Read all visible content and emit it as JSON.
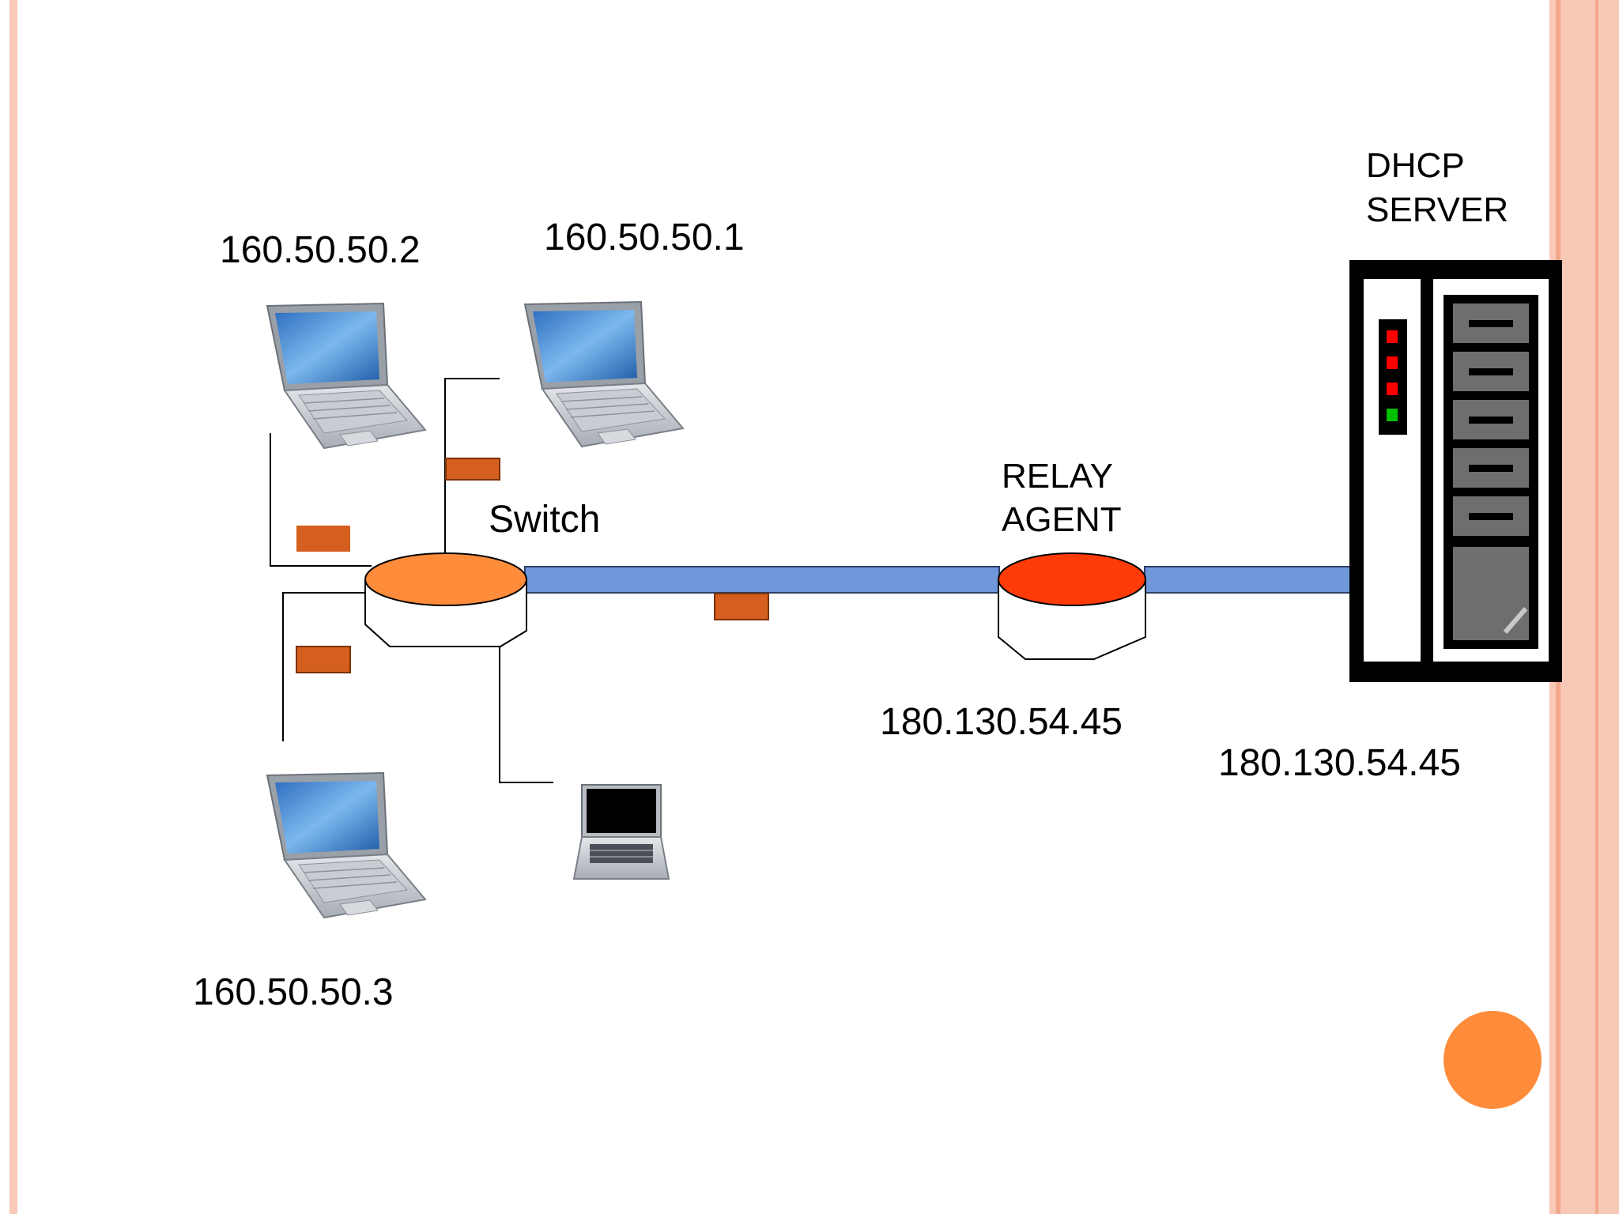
{
  "labels": {
    "pc2_ip": "160.50.50.2",
    "pc1_ip": "160.50.50.1",
    "pc3_ip": "160.50.50.3",
    "switch": "Switch",
    "relay_line1": "RELAY",
    "relay_line2": "AGENT",
    "relay_ip": "180.130.54.45",
    "server_line1": "DHCP",
    "server_line2": "SERVER",
    "server_ip": "180.130.54.45"
  },
  "colors": {
    "slide_border": "#F9C9B7",
    "slide_border_dark": "#F3A88C",
    "switch_top": "#FF8C3A",
    "relay_top": "#FF3B0A",
    "link": "#7097D9",
    "packet": "#D55F1E",
    "accent_circle": "#FF8C3A",
    "led_red": "#FF0000",
    "led_green": "#00C000",
    "server_dark": "#000000",
    "drive_gray": "#6E6E6E"
  },
  "icons": {
    "pc_icon": "laptop-icon",
    "server_icon": "server-rack-icon"
  }
}
